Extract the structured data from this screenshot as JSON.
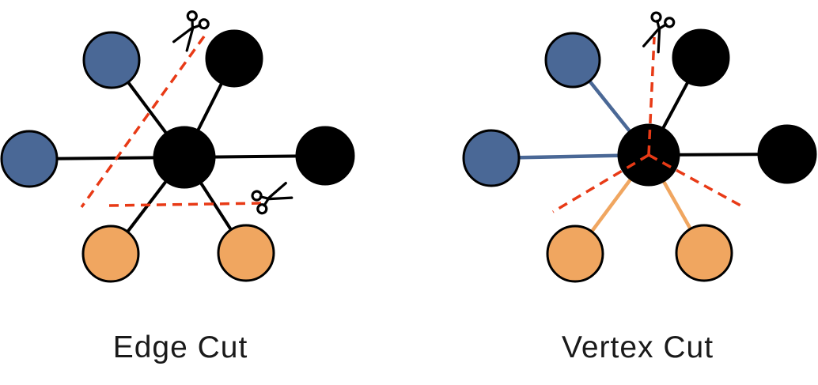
{
  "colors": {
    "blue": "#4a6896",
    "orange": "#f0a660",
    "black": "#000000",
    "cut_red": "#e83a16",
    "text": "#1a1a1a"
  },
  "left_diagram": {
    "label": "Edge Cut",
    "type": "edge-cut",
    "center_node_color": "black",
    "peripheral_node_colors": [
      "blue",
      "black",
      "blue",
      "black",
      "orange",
      "orange"
    ],
    "cut_count": 2
  },
  "right_diagram": {
    "label": "Vertex Cut",
    "type": "vertex-cut",
    "center_node_color": "black",
    "peripheral_node_colors": [
      "blue",
      "black",
      "blue",
      "black",
      "orange",
      "orange"
    ],
    "cut_count": 3
  }
}
